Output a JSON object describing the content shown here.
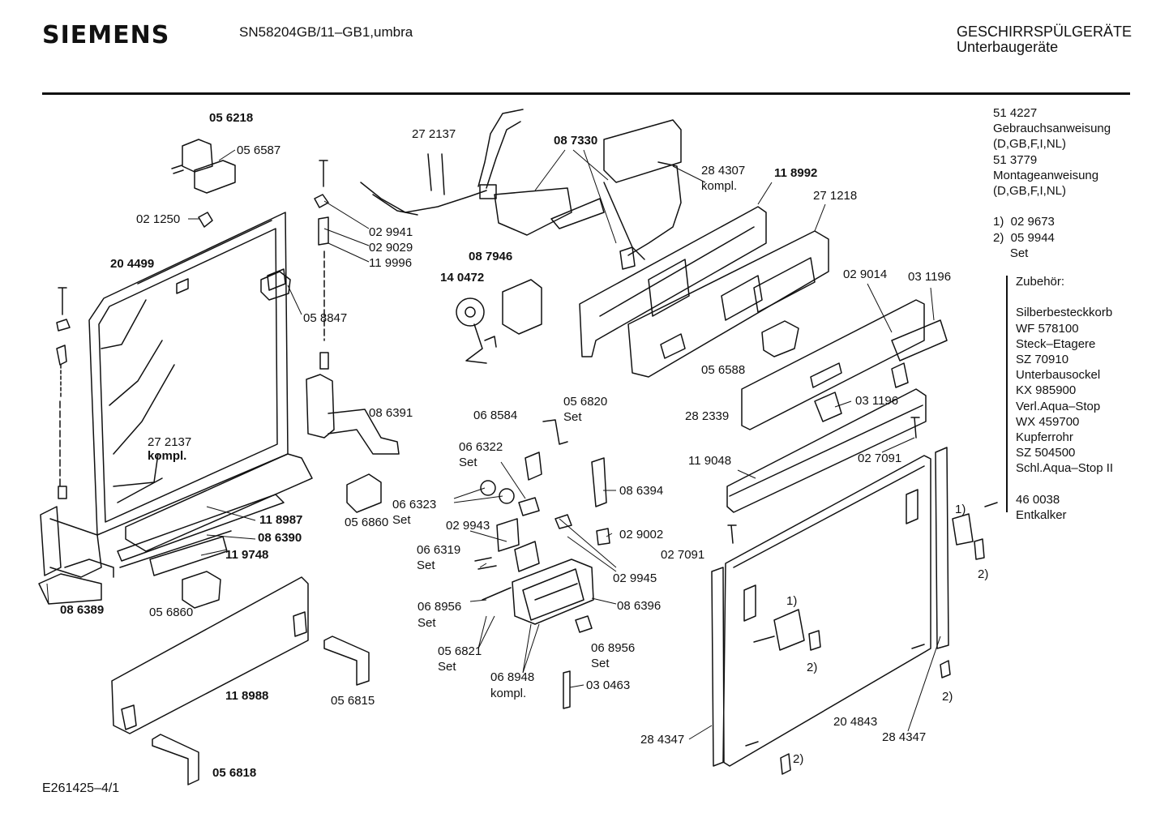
{
  "header": {
    "brand": "SIEMENS",
    "model": "SN58204GB/11–GB1,umbra",
    "category": "GESCHIRRSPÜLGERÄTE",
    "subcategory": "Unterbaugeräte"
  },
  "sidebar": {
    "lines": [
      "51 4227",
      "Gebrauchsanweisung",
      "(D,GB,F,I,NL)",
      "51 3779",
      "Montageanweisung",
      "(D,GB,F,I,NL)",
      "",
      "1)  02 9673",
      "2)  05 9944",
      "     Set"
    ]
  },
  "accessories": {
    "title": "Zubehör:",
    "items": [
      "",
      "Silberbesteckkorb",
      "WF 578100",
      "Steck–Etagere",
      "SZ 70910",
      "Unterbausockel",
      "KX 985900",
      "Verl.Aqua–Stop",
      "WX 459700",
      "Kupferrohr",
      "SZ 504500",
      "Schl.Aqua–Stop II",
      "",
      "46 0038",
      "Entkalker"
    ]
  },
  "parts": [
    {
      "text": "05 6218",
      "bold": true
    },
    {
      "text": "05 6587",
      "bold": false
    },
    {
      "text": "02 1250",
      "bold": false
    },
    {
      "text": "20 4499",
      "bold": true
    },
    {
      "text": "27 2137",
      "bold": false
    },
    {
      "text": "08 7330",
      "bold": true
    },
    {
      "text": "28 4307",
      "bold": false
    },
    {
      "text": "kompl.",
      "bold": false
    },
    {
      "text": "11 8992",
      "bold": true
    },
    {
      "text": "27 1218",
      "bold": false
    },
    {
      "text": "02 9941",
      "bold": false
    },
    {
      "text": "02 9029",
      "bold": false
    },
    {
      "text": "11 9996",
      "bold": false
    },
    {
      "text": "08 7946",
      "bold": true
    },
    {
      "text": "14 0472",
      "bold": true
    },
    {
      "text": "05 8847",
      "bold": false
    },
    {
      "text": "02 9014",
      "bold": false
    },
    {
      "text": "03 1196",
      "bold": false
    },
    {
      "text": "05 6588",
      "bold": false
    },
    {
      "text": "08 6391",
      "bold": false
    },
    {
      "text": "05 6820",
      "bold": false
    },
    {
      "text": "Set",
      "bold": false
    },
    {
      "text": "06 8584",
      "bold": false
    },
    {
      "text": "03 1196",
      "bold": false
    },
    {
      "text": "28 2339",
      "bold": false
    },
    {
      "text": "27 2137",
      "bold": false
    },
    {
      "text": "kompl.",
      "bold": true
    },
    {
      "text": "06 6322",
      "bold": false
    },
    {
      "text": "Set",
      "bold": false
    },
    {
      "text": "02 7091",
      "bold": false
    },
    {
      "text": "11 9048",
      "bold": false
    },
    {
      "text": "08 6394",
      "bold": false
    },
    {
      "text": "06 6323",
      "bold": false
    },
    {
      "text": "Set",
      "bold": false
    },
    {
      "text": "05 6860",
      "bold": false
    },
    {
      "text": "11 8987",
      "bold": true
    },
    {
      "text": "02 9943",
      "bold": false
    },
    {
      "text": "08 6390",
      "bold": true
    },
    {
      "text": "02 9002",
      "bold": false
    },
    {
      "text": "1)",
      "bold": false
    },
    {
      "text": "11 9748",
      "bold": true
    },
    {
      "text": "06 6319",
      "bold": false
    },
    {
      "text": "Set",
      "bold": false
    },
    {
      "text": "02 7091",
      "bold": false
    },
    {
      "text": "2)",
      "bold": false
    },
    {
      "text": "02 9945",
      "bold": false
    },
    {
      "text": "08 6389",
      "bold": true
    },
    {
      "text": "05 6860",
      "bold": false
    },
    {
      "text": "06 8956",
      "bold": false
    },
    {
      "text": "Set",
      "bold": false
    },
    {
      "text": "08 6396",
      "bold": false
    },
    {
      "text": "1)",
      "bold": false
    },
    {
      "text": "06 8956",
      "bold": false
    },
    {
      "text": "Set",
      "bold": false
    },
    {
      "text": "05 6821",
      "bold": false
    },
    {
      "text": "Set",
      "bold": false
    },
    {
      "text": "2)",
      "bold": false
    },
    {
      "text": "06 8948",
      "bold": false
    },
    {
      "text": "kompl.",
      "bold": false
    },
    {
      "text": "03 0463",
      "bold": false
    },
    {
      "text": "11 8988",
      "bold": true
    },
    {
      "text": "05 6815",
      "bold": false
    },
    {
      "text": "2)",
      "bold": false
    },
    {
      "text": "20 4843",
      "bold": false
    },
    {
      "text": "28 4347",
      "bold": false
    },
    {
      "text": "28 4347",
      "bold": false
    },
    {
      "text": "2)",
      "bold": false
    },
    {
      "text": "05 6818",
      "bold": true
    }
  ],
  "footer": {
    "code": "E261425–4/1"
  }
}
